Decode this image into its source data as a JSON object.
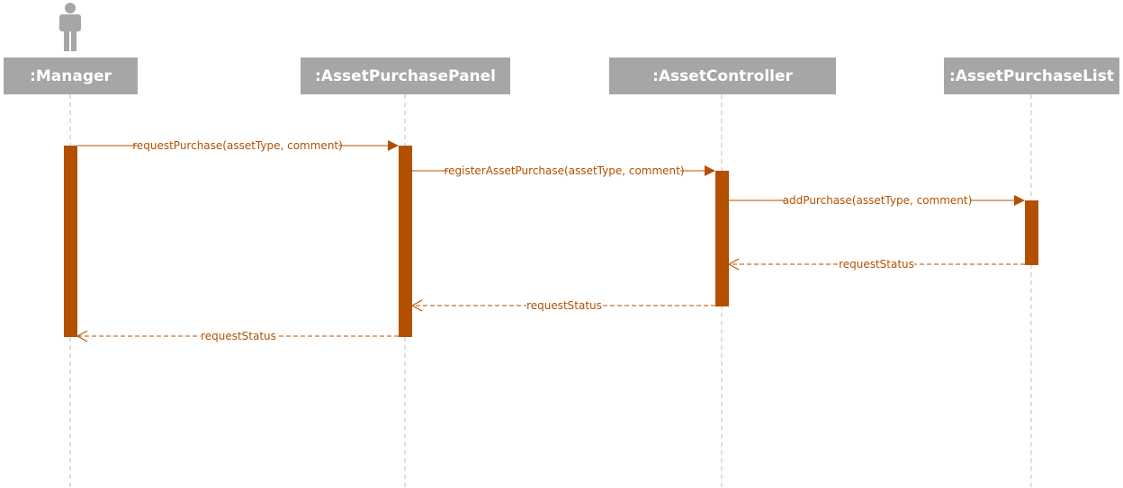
{
  "colors": {
    "participant_box": "#a6a6a6",
    "participant_text": "#ffffff",
    "lifeline": "#bfbfbf",
    "message": "#b35000",
    "activation": "#b35000"
  },
  "participants": [
    {
      "id": "manager",
      "label": ":Manager",
      "is_actor": true
    },
    {
      "id": "panel",
      "label": ":AssetPurchasePanel",
      "is_actor": false
    },
    {
      "id": "controller",
      "label": ":AssetController",
      "is_actor": false
    },
    {
      "id": "list",
      "label": ":AssetPurchaseList",
      "is_actor": false
    }
  ],
  "messages": [
    {
      "from": "manager",
      "to": "panel",
      "label": "requestPurchase(assetType, comment)",
      "kind": "call"
    },
    {
      "from": "panel",
      "to": "controller",
      "label": "registerAssetPurchase(assetType, comment)",
      "kind": "call"
    },
    {
      "from": "controller",
      "to": "list",
      "label": "addPurchase(assetType, comment)",
      "kind": "call"
    },
    {
      "from": "list",
      "to": "controller",
      "label": "requestStatus",
      "kind": "return"
    },
    {
      "from": "controller",
      "to": "panel",
      "label": "requestStatus",
      "kind": "return"
    },
    {
      "from": "panel",
      "to": "manager",
      "label": "requestStatus",
      "kind": "return"
    }
  ]
}
